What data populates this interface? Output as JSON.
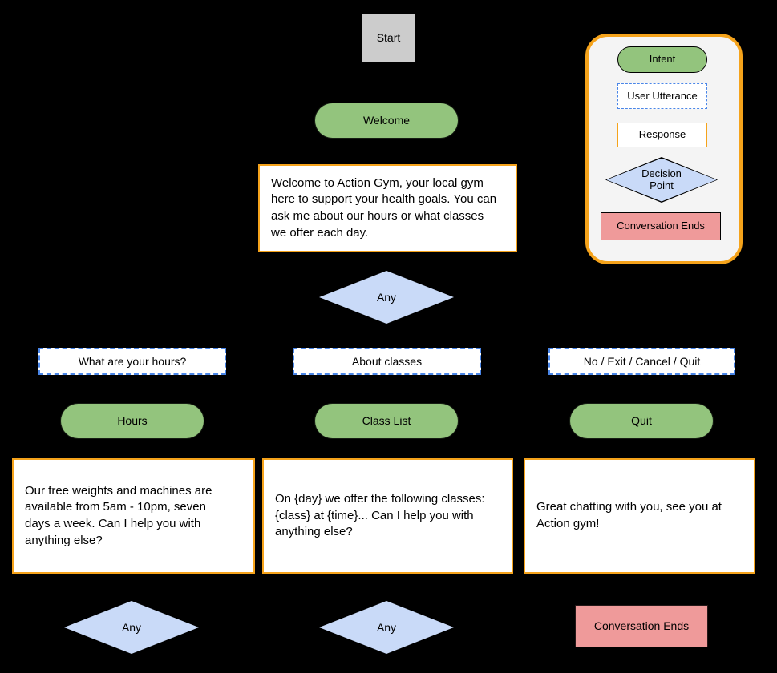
{
  "colors": {
    "bg": "#000000",
    "green": "#93C47D",
    "blue-fill": "#C9DAF8",
    "pink": "#EF9A9A",
    "orange": "#F5A31B",
    "dash-blue": "#4A86E8",
    "gray": "#CCCCCC",
    "legend-bg": "#F4F4F4"
  },
  "nodes": {
    "start": {
      "label": "Start"
    },
    "welcome_intent": {
      "label": "Welcome"
    },
    "welcome_response": {
      "text": "Welcome to Action Gym, your local gym\nhere to support your health goals. You can\nask me about our hours or what classes\nwe offer each day."
    },
    "decision_top": {
      "label": "Any"
    },
    "utterance_hours": {
      "label": "What are your hours?"
    },
    "utterance_classes": {
      "label": "About classes"
    },
    "utterance_quit": {
      "label": "No / Exit / Cancel / Quit"
    },
    "intent_hours": {
      "label": "Hours"
    },
    "intent_class_list": {
      "label": "Class List"
    },
    "intent_quit": {
      "label": "Quit"
    },
    "response_hours": {
      "text": "Our free weights and machines are\navailable from 5am - 10pm, seven\ndays a week. Can I help you with\nanything else?"
    },
    "response_classes": {
      "text": "On {day} we offer the following classes:\n{class} at {time}... Can I help you with\nanything else?"
    },
    "response_quit": {
      "text": "Great chatting with you, see you at\nAction gym!"
    },
    "decision_hours": {
      "label": "Any"
    },
    "decision_classes": {
      "label": "Any"
    },
    "conversation_ends": {
      "label": "Conversation Ends"
    }
  },
  "legend": {
    "intent_label": "Intent",
    "utterance_label": "User Utterance",
    "response_label": "Response",
    "decision_label": "Decision Point",
    "end_label": "Conversation Ends"
  }
}
